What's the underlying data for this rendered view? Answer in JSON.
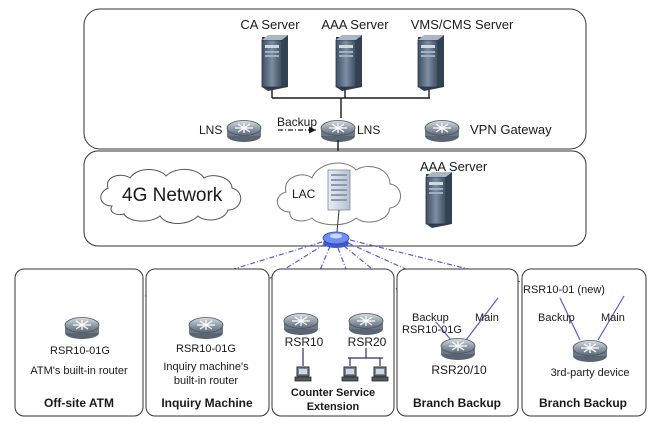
{
  "core": {
    "ca_server": "CA Server",
    "aaa_server": "AAA Server",
    "vms_cms_server": "VMS/CMS Server",
    "lns_left": "LNS",
    "backup": "Backup",
    "lns_right": "LNS",
    "vpn_gateway": "VPN Gateway"
  },
  "access": {
    "network_4g": "4G Network",
    "lac": "LAC",
    "aaa_server": "AAA Server"
  },
  "branches": {
    "offsite_atm": {
      "device": "RSR10-01G",
      "caption": "ATM's built-in router",
      "title": "Off-site ATM"
    },
    "inquiry": {
      "device": "RSR10-01G",
      "caption_line1": "Inquiry machine's",
      "caption_line2": "built-in router",
      "title": "Inquiry Machine"
    },
    "counter": {
      "device_a": "RSR10",
      "device_b": "RSR20",
      "title_line1": "Counter Service",
      "title_line2": "Extension"
    },
    "branch_backup_1": {
      "backup": "Backup",
      "backup_device": "RSR10-01G",
      "main": "Main",
      "router": "RSR20/10",
      "title": "Branch Backup"
    },
    "branch_backup_2": {
      "device": "RSR10-01 (new)",
      "backup": "Backup",
      "main": "Main",
      "third_party": "3rd-party device",
      "title": "Branch Backup"
    }
  },
  "colors": {
    "dashed_link": "#5b5bc8",
    "solid_link": "#2b2b7a",
    "router_fill": "#8a95a3",
    "server_fill": "#5b6e82"
  }
}
